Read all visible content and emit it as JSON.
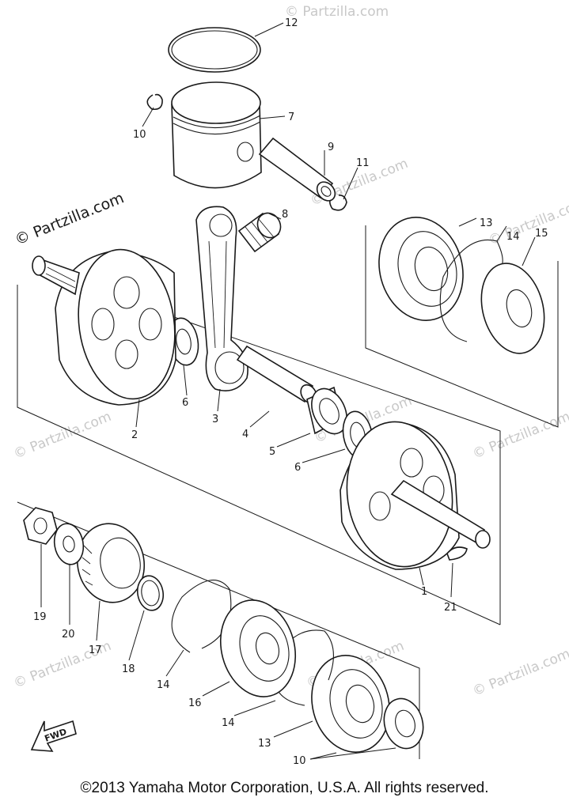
{
  "watermark": {
    "main": "© Partzilla.com",
    "faint": "© Partzilla.com"
  },
  "fwd_label": "FWD",
  "callouts": [
    "1",
    "2",
    "3",
    "4",
    "5",
    "6",
    "6",
    "7",
    "8",
    "9",
    "10",
    "10",
    "11",
    "12",
    "13",
    "13",
    "14",
    "14",
    "14",
    "15",
    "16",
    "17",
    "18",
    "19",
    "20",
    "21"
  ],
  "copyright": "©2013 Yamaha Motor Corporation, U.S.A. All rights reserved.",
  "colors": {
    "line": "#1a1a1a",
    "watermark": "#c8c8c8",
    "background": "#ffffff"
  }
}
